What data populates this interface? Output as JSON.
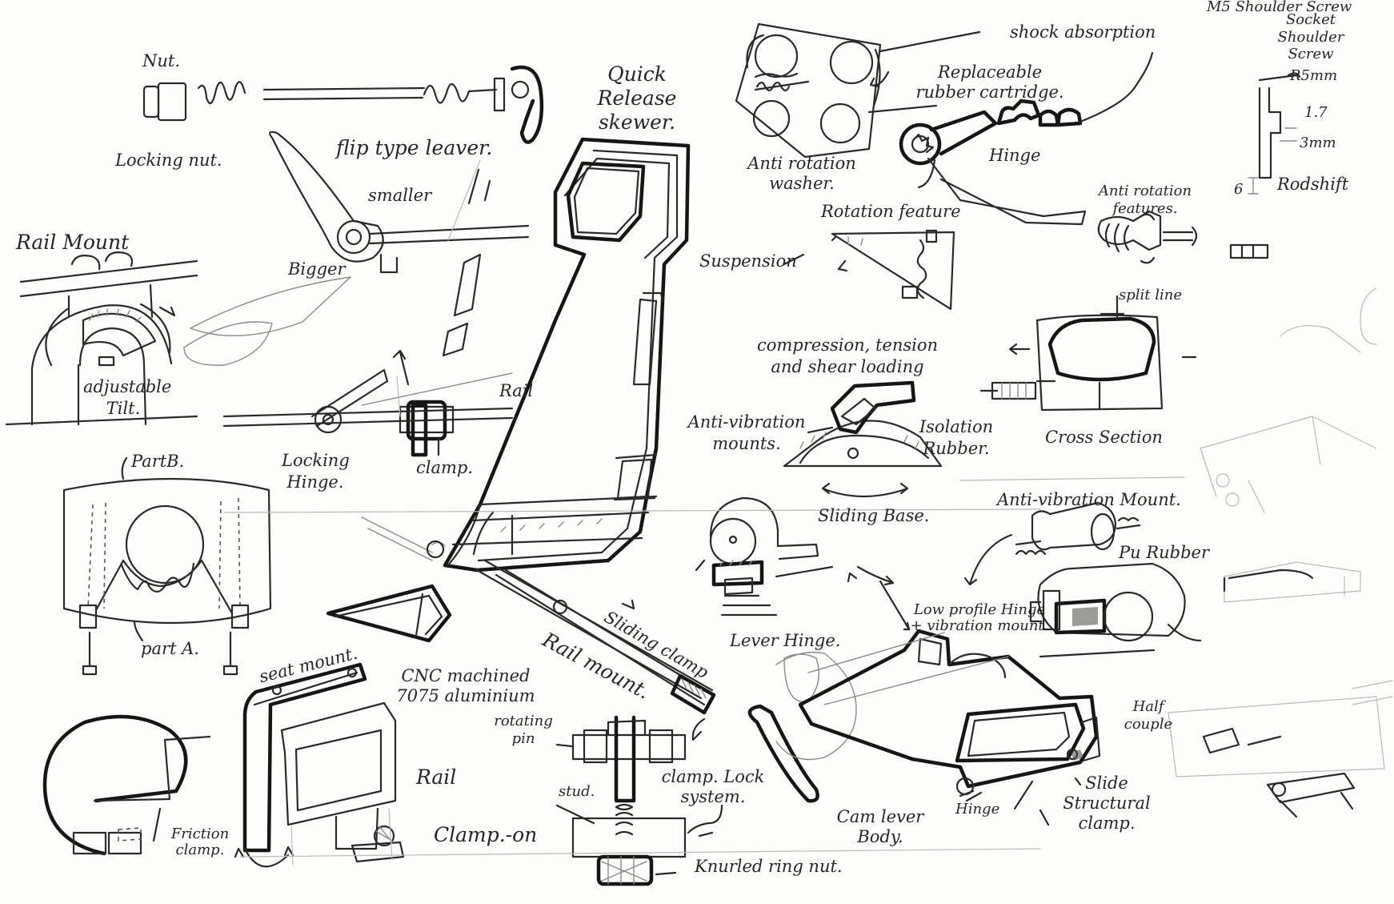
{
  "labels": {
    "nut": "Nut.",
    "locking_nut": "Locking nut.",
    "quick_release_skewer": "Quick Release skewer.",
    "flip_type_leaver": "flip type leaver.",
    "smaller": "smaller",
    "bigger": "Bigger",
    "rail_mount_top": "Rail Mount",
    "adjustable_tilt": "adjustable Tilt.",
    "rail": "Rail",
    "locking_hinge": "Locking Hinge.",
    "clamp": "clamp.",
    "part_b": "PartB.",
    "part_a": "part A.",
    "shock_absorption": "shock absorption",
    "replaceable_rubber_cartridge": "Replaceable rubber cartridge.",
    "anti_rotation_washer": "Anti rotation washer.",
    "hinge_top": "Hinge",
    "rotation_feature": "Rotation feature",
    "suspension": "Suspension",
    "compression_tension_shear": "compression, tension and shear loading",
    "anti_vibration_mounts": "Anti-vibration mounts.",
    "isolation_rubber": "Isolation Rubber.",
    "sliding_base": "Sliding Base.",
    "anti_rotation_features": "Anti rotation features.",
    "split_line": "split line",
    "cross_section": "Cross Section",
    "m5_shoulder_screw": "M5 Shoulder Screw",
    "socket_shoulder_screw": "Socket Shoulder Screw",
    "r5mm": "R5mm",
    "dim_1_7": "1.7",
    "dim_3mm": "3mm",
    "dim_6": "6",
    "rodshift": "Rodshift",
    "anti_vibration_mount": "Anti-vibration Mount.",
    "pu_rubber": "Pu Rubber",
    "low_profile_hinge": "Low profile Hinge + vibration mount.",
    "sliding_clamp": "Sliding clamp",
    "rail_mount_bottom": "Rail mount.",
    "lever_hinge": "Lever Hinge.",
    "seat_mount": "seat mount.",
    "cnc_machined": "CNC machined 7075 aluminium",
    "rail_bottom": "Rail",
    "friction_clamp": "Friction clamp.",
    "rotating_pin": "rotating pin",
    "clamp_lock_system": "clamp. Lock system.",
    "stud": "stud.",
    "clamp_on": "Clamp.-on",
    "knurled_ring_nut": "Knurled ring nut.",
    "cam_lever_body": "Cam lever Body.",
    "hinge_bottom": "Hinge",
    "slide_structural_clamp": "Slide Structural clamp.",
    "half_couple": "Half couple"
  }
}
